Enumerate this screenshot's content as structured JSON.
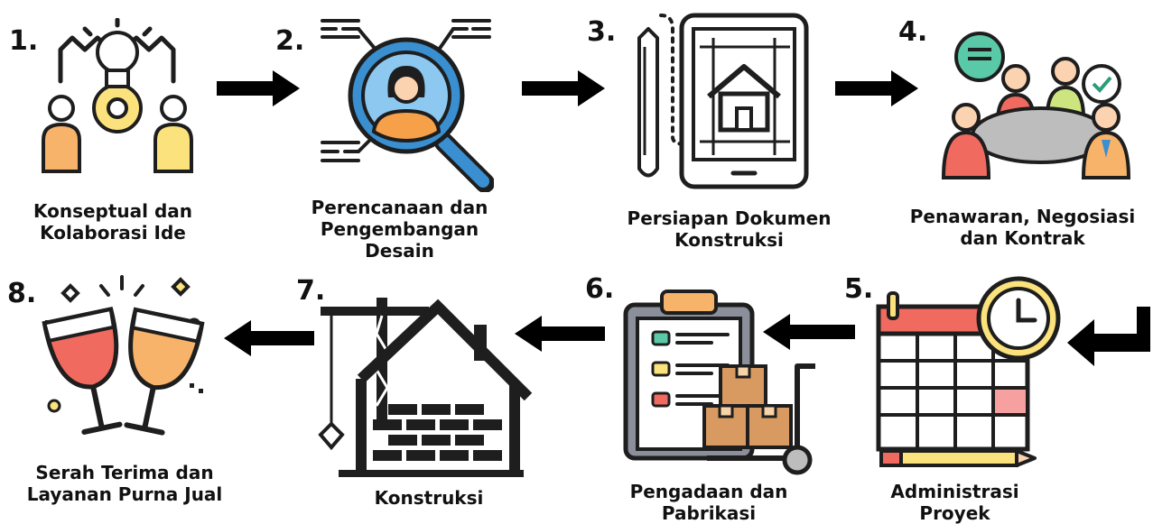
{
  "steps": [
    {
      "number": "1",
      "label": "Konseptual dan\nKolaborasi Ide",
      "icon": "collaboration-lightbulb-icon"
    },
    {
      "number": "2",
      "label": "Perencanaan dan\nPengembangan\nDesain",
      "icon": "magnifier-person-icon"
    },
    {
      "number": "3",
      "label": "Persiapan Dokumen\nKonstruksi",
      "icon": "tablet-blueprint-icon"
    },
    {
      "number": "4",
      "label": "Penawaran, Negosiasi\ndan Kontrak",
      "icon": "meeting-table-icon"
    },
    {
      "number": "5",
      "label": "Administrasi\nProyek",
      "icon": "calendar-clock-icon"
    },
    {
      "number": "6",
      "label": "Pengadaan dan\nPabrikasi",
      "icon": "clipboard-boxes-trolley-icon"
    },
    {
      "number": "7",
      "label": "Konstruksi",
      "icon": "house-crane-icon"
    },
    {
      "number": "8",
      "label": "Serah Terima dan\nLayanan Purna Jual",
      "icon": "toast-glasses-icon"
    }
  ],
  "number_suffix": ".",
  "colors": {
    "outline": "#1e1e1e",
    "orange": "#f7b36a",
    "yellow": "#fbe27c",
    "green": "#cde57e",
    "teal": "#9fd4d0",
    "red": "#f06a5f",
    "blue": "#8cc8f0",
    "brown": "#d89a60"
  }
}
